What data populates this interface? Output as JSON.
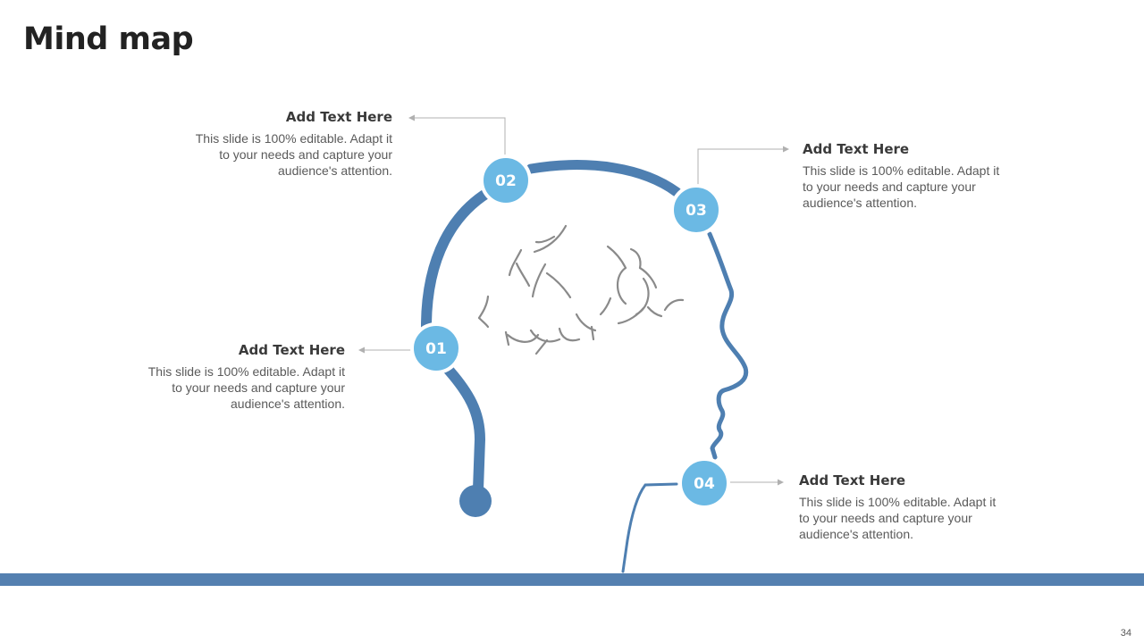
{
  "slide": {
    "title": "Mind map",
    "page_number": "34"
  },
  "colors": {
    "head_outline": "#4e7fb1",
    "node_fill": "#6bb9e4",
    "brain_lines": "#8a8a8a",
    "connector": "#b0b0b0",
    "footer_bar": "#5480b0"
  },
  "nodes": [
    {
      "number": "01",
      "heading": "Add Text Here",
      "body": "This slide is 100% editable. Adapt it to your needs and capture your audience's attention."
    },
    {
      "number": "02",
      "heading": "Add Text Here",
      "body": "This slide is 100% editable. Adapt it to your needs and capture your audience's attention."
    },
    {
      "number": "03",
      "heading": "Add Text Here",
      "body": "This slide is 100% editable. Adapt it to your needs and capture your audience's attention."
    },
    {
      "number": "04",
      "heading": "Add Text Here",
      "body": "This slide is 100% editable. Adapt it to your needs and capture your audience's attention."
    }
  ]
}
